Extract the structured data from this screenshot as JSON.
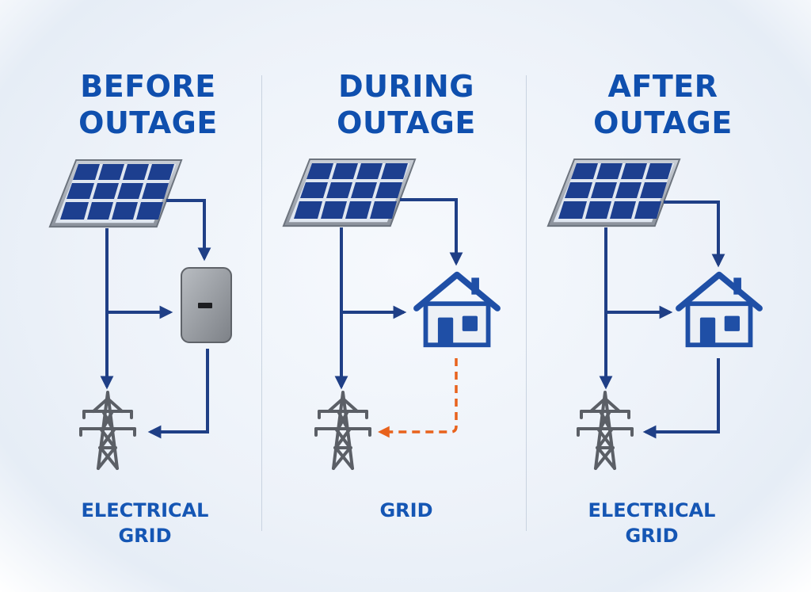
{
  "panels": [
    {
      "title_line1": "BEFORE",
      "title_line2": "OUTAGE",
      "caption_line1": "ELECTRICAL",
      "caption_line2": "GRID"
    },
    {
      "title_line1": "DURING",
      "title_line2": "OUTAGE",
      "caption_line1": "GRID",
      "caption_line2": ""
    },
    {
      "title_line1": "AFTER",
      "title_line2": "OUTAGE",
      "caption_line1": "ELECTRICAL",
      "caption_line2": "GRID"
    }
  ],
  "colors": {
    "title": "#0f4fae",
    "flow": "#1f3f86",
    "backfeed": "#e8621c",
    "panel_cell": "#1d3f8f",
    "inverter": "#8e9296",
    "tower": "#5b5f66",
    "house": "#1f4fa6"
  },
  "icons": [
    "solar-panel-icon",
    "inverter-icon",
    "house-icon",
    "transmission-tower-icon"
  ]
}
